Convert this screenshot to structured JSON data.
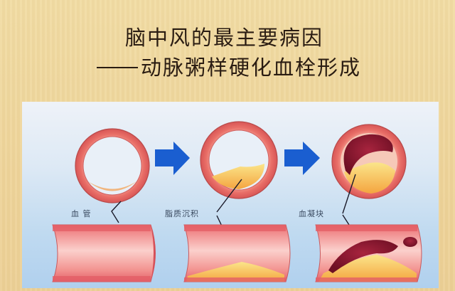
{
  "title": {
    "line1": "脑中风的最主要病因",
    "line2": "动脉粥样硬化血栓形成"
  },
  "labels": {
    "vessel": "血 管",
    "lipid": "脂质沉积",
    "clot": "血凝块"
  },
  "stages": [
    {
      "name": "normal-vessel",
      "label": "血 管"
    },
    {
      "name": "lipid-deposit",
      "label": "脂质沉积"
    },
    {
      "name": "blood-clot",
      "label": "血凝块"
    }
  ],
  "colors": {
    "parchment": "#f0d9a0",
    "panel": "#c8def2",
    "vessel_wall": "#e8706a",
    "lipid": "#f7d36a",
    "clot": "#8e1530",
    "arrow": "#1a5ed0",
    "text": "#2a1c12"
  }
}
